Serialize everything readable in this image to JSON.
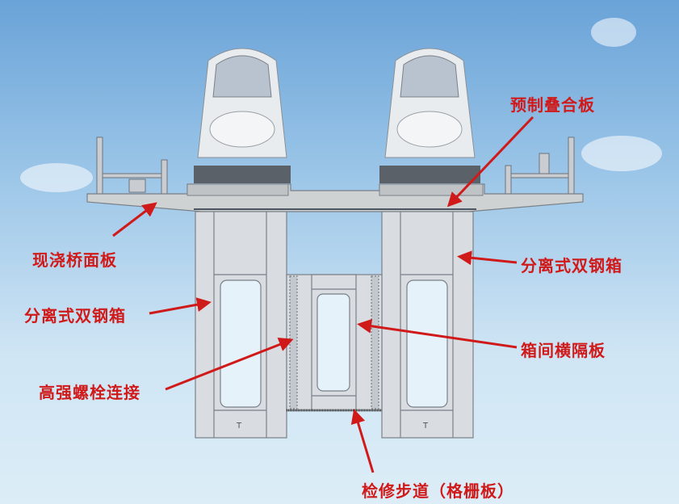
{
  "labels": {
    "precast_slab": "预制叠合板",
    "cast_in_place_deck": "现浇桥面板",
    "steel_box_right": "分离式双钢箱",
    "steel_box_left": "分离式双钢箱",
    "diaphragm": "箱间横隔板",
    "bolt_connection": "高强螺栓连接",
    "walkway": "检修步道（格栅板）"
  },
  "colors": {
    "label": "#d01a1a",
    "steel": "#d9dde2",
    "sky": "#9cc6e8"
  }
}
